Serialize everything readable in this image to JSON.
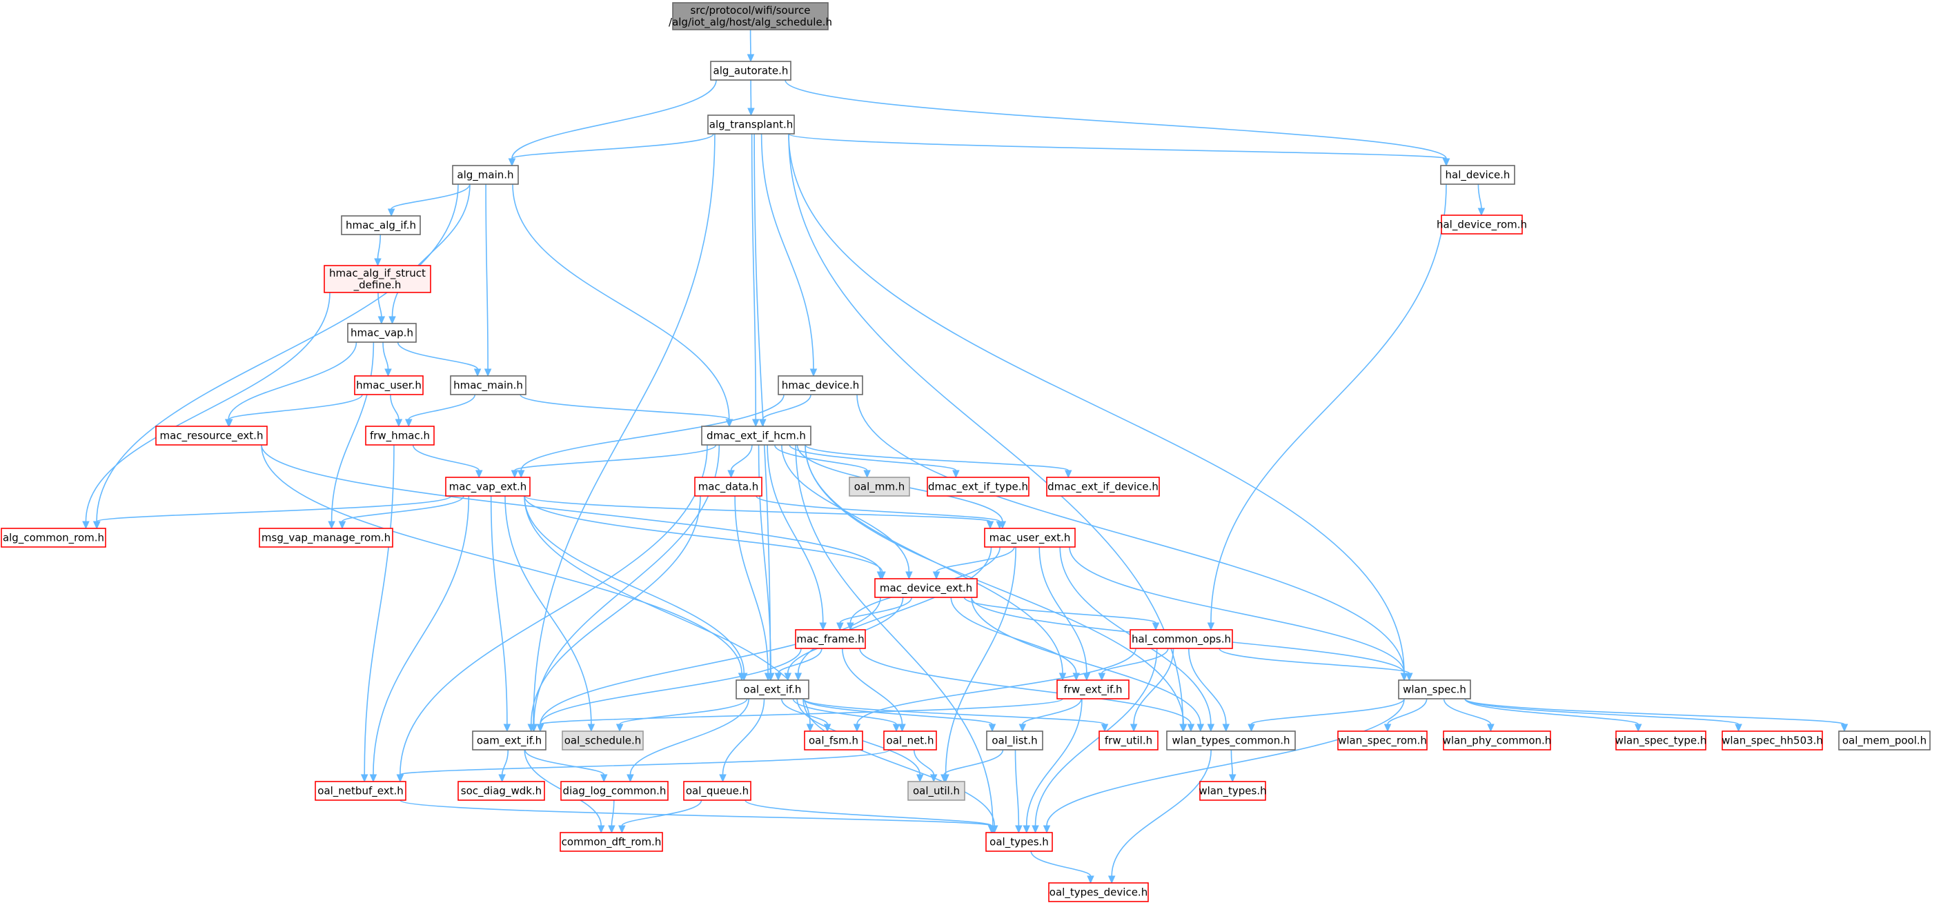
{
  "colors": {
    "edge": "#63b8ff",
    "normal_fill": "#ffffff",
    "normal_border": "#666666",
    "normal_text": "#000000",
    "red_fill": "#ffffff",
    "red_fill_light": "#fff0f0",
    "red_border": "#ff0000",
    "red_text": "#000000",
    "gray_fill": "#e0e0e0",
    "gray_border": "#999999",
    "root_fill": "#999999",
    "root_border": "#666666"
  },
  "nodes": [
    {
      "id": "root",
      "lines": [
        "src/protocol/wifi/source",
        "/alg/iot_alg/host/alg_schedule.h"
      ],
      "style": "root"
    },
    {
      "id": "alg_autorate",
      "lines": [
        "alg_autorate.h"
      ],
      "style": "normal"
    },
    {
      "id": "alg_transplant",
      "lines": [
        "alg_transplant.h"
      ],
      "style": "normal"
    },
    {
      "id": "alg_main",
      "lines": [
        "alg_main.h"
      ],
      "style": "normal"
    },
    {
      "id": "hal_device",
      "lines": [
        "hal_device.h"
      ],
      "style": "normal"
    },
    {
      "id": "hal_device_rom",
      "lines": [
        "hal_device_rom.h"
      ],
      "style": "red"
    },
    {
      "id": "hmac_alg_if",
      "lines": [
        "hmac_alg_if.h"
      ],
      "style": "normal"
    },
    {
      "id": "hmac_alg_if_struct",
      "lines": [
        "hmac_alg_if_struct",
        "_define.h"
      ],
      "style": "redlight"
    },
    {
      "id": "hmac_vap",
      "lines": [
        "hmac_vap.h"
      ],
      "style": "normal"
    },
    {
      "id": "hmac_user",
      "lines": [
        "hmac_user.h"
      ],
      "style": "red"
    },
    {
      "id": "hmac_main",
      "lines": [
        "hmac_main.h"
      ],
      "style": "normal"
    },
    {
      "id": "hmac_device",
      "lines": [
        "hmac_device.h"
      ],
      "style": "normal"
    },
    {
      "id": "mac_resource_ext",
      "lines": [
        "mac_resource_ext.h"
      ],
      "style": "red"
    },
    {
      "id": "frw_hmac",
      "lines": [
        "frw_hmac.h"
      ],
      "style": "red"
    },
    {
      "id": "dmac_ext_if_hcm",
      "lines": [
        "dmac_ext_if_hcm.h"
      ],
      "style": "normal"
    },
    {
      "id": "mac_vap_ext",
      "lines": [
        "mac_vap_ext.h"
      ],
      "style": "red"
    },
    {
      "id": "mac_data",
      "lines": [
        "mac_data.h"
      ],
      "style": "red"
    },
    {
      "id": "oal_mm",
      "lines": [
        "oal_mm.h"
      ],
      "style": "gray"
    },
    {
      "id": "dmac_ext_if_type",
      "lines": [
        "dmac_ext_if_type.h"
      ],
      "style": "red"
    },
    {
      "id": "dmac_ext_if_device",
      "lines": [
        "dmac_ext_if_device.h"
      ],
      "style": "red"
    },
    {
      "id": "alg_common_rom",
      "lines": [
        "alg_common_rom.h"
      ],
      "style": "red"
    },
    {
      "id": "msg_vap_manage_rom",
      "lines": [
        "msg_vap_manage_rom.h"
      ],
      "style": "red"
    },
    {
      "id": "mac_user_ext",
      "lines": [
        "mac_user_ext.h"
      ],
      "style": "red"
    },
    {
      "id": "mac_device_ext",
      "lines": [
        "mac_device_ext.h"
      ],
      "style": "red"
    },
    {
      "id": "mac_frame",
      "lines": [
        "mac_frame.h"
      ],
      "style": "red"
    },
    {
      "id": "hal_common_ops",
      "lines": [
        "hal_common_ops.h"
      ],
      "style": "red"
    },
    {
      "id": "oal_ext_if",
      "lines": [
        "oal_ext_if.h"
      ],
      "style": "normal"
    },
    {
      "id": "frw_ext_if",
      "lines": [
        "frw_ext_if.h"
      ],
      "style": "red"
    },
    {
      "id": "wlan_spec",
      "lines": [
        "wlan_spec.h"
      ],
      "style": "normal"
    },
    {
      "id": "oam_ext_if",
      "lines": [
        "oam_ext_if.h"
      ],
      "style": "normal"
    },
    {
      "id": "oal_schedule",
      "lines": [
        "oal_schedule.h"
      ],
      "style": "gray"
    },
    {
      "id": "oal_fsm",
      "lines": [
        "oal_fsm.h"
      ],
      "style": "red"
    },
    {
      "id": "oal_net",
      "lines": [
        "oal_net.h"
      ],
      "style": "red"
    },
    {
      "id": "oal_list",
      "lines": [
        "oal_list.h"
      ],
      "style": "normal"
    },
    {
      "id": "frw_util",
      "lines": [
        "frw_util.h"
      ],
      "style": "red"
    },
    {
      "id": "wlan_types_common",
      "lines": [
        "wlan_types_common.h"
      ],
      "style": "normal"
    },
    {
      "id": "wlan_spec_rom",
      "lines": [
        "wlan_spec_rom.h"
      ],
      "style": "red"
    },
    {
      "id": "wlan_phy_common",
      "lines": [
        "wlan_phy_common.h"
      ],
      "style": "red"
    },
    {
      "id": "wlan_spec_type",
      "lines": [
        "wlan_spec_type.h"
      ],
      "style": "red"
    },
    {
      "id": "wlan_spec_hh503",
      "lines": [
        "wlan_spec_hh503.h"
      ],
      "style": "red"
    },
    {
      "id": "oal_mem_pool",
      "lines": [
        "oal_mem_pool.h"
      ],
      "style": "normal"
    },
    {
      "id": "oal_netbuf_ext",
      "lines": [
        "oal_netbuf_ext.h"
      ],
      "style": "red"
    },
    {
      "id": "soc_diag_wdk",
      "lines": [
        "soc_diag_wdk.h"
      ],
      "style": "red"
    },
    {
      "id": "diag_log_common",
      "lines": [
        "diag_log_common.h"
      ],
      "style": "red"
    },
    {
      "id": "oal_queue",
      "lines": [
        "oal_queue.h"
      ],
      "style": "red"
    },
    {
      "id": "oal_util",
      "lines": [
        "oal_util.h"
      ],
      "style": "gray"
    },
    {
      "id": "wlan_types",
      "lines": [
        "wlan_types.h"
      ],
      "style": "red"
    },
    {
      "id": "common_dft_rom",
      "lines": [
        "common_dft_rom.h"
      ],
      "style": "red"
    },
    {
      "id": "oal_types",
      "lines": [
        "oal_types.h"
      ],
      "style": "red"
    },
    {
      "id": "oal_types_device",
      "lines": [
        "oal_types_device.h"
      ],
      "style": "red"
    }
  ],
  "edges": [
    [
      "root",
      "alg_autorate"
    ],
    [
      "alg_autorate",
      "alg_transplant"
    ],
    [
      "alg_autorate",
      "alg_main"
    ],
    [
      "alg_autorate",
      "hal_device"
    ],
    [
      "alg_transplant",
      "alg_main"
    ],
    [
      "alg_transplant",
      "hal_device"
    ],
    [
      "alg_transplant",
      "hmac_device"
    ],
    [
      "alg_transplant",
      "dmac_ext_if_hcm"
    ],
    [
      "alg_transplant",
      "oam_ext_if"
    ],
    [
      "alg_transplant",
      "oal_ext_if"
    ],
    [
      "alg_transplant",
      "wlan_spec"
    ],
    [
      "alg_transplant",
      "wlan_types_common"
    ],
    [
      "alg_main",
      "hmac_alg_if"
    ],
    [
      "alg_main",
      "hmac_vap"
    ],
    [
      "alg_main",
      "hmac_main"
    ],
    [
      "alg_main",
      "dmac_ext_if_hcm"
    ],
    [
      "alg_main",
      "alg_common_rom"
    ],
    [
      "hal_device",
      "hal_device_rom"
    ],
    [
      "hal_device",
      "hal_common_ops"
    ],
    [
      "hmac_alg_if",
      "hmac_alg_if_struct"
    ],
    [
      "hmac_alg_if_struct",
      "hmac_vap"
    ],
    [
      "hmac_alg_if_struct",
      "alg_common_rom"
    ],
    [
      "hmac_vap",
      "hmac_user"
    ],
    [
      "hmac_vap",
      "hmac_main"
    ],
    [
      "hmac_vap",
      "mac_resource_ext"
    ],
    [
      "hmac_vap",
      "msg_vap_manage_rom"
    ],
    [
      "hmac_user",
      "frw_hmac"
    ],
    [
      "hmac_user",
      "mac_resource_ext"
    ],
    [
      "hmac_main",
      "frw_hmac"
    ],
    [
      "hmac_main",
      "dmac_ext_if_hcm"
    ],
    [
      "hmac_device",
      "dmac_ext_if_hcm"
    ],
    [
      "hmac_device",
      "mac_vap_ext"
    ],
    [
      "hmac_device",
      "wlan_spec"
    ],
    [
      "mac_resource_ext",
      "mac_device_ext"
    ],
    [
      "mac_resource_ext",
      "oal_ext_if"
    ],
    [
      "frw_hmac",
      "mac_vap_ext"
    ],
    [
      "frw_hmac",
      "oal_netbuf_ext"
    ],
    [
      "dmac_ext_if_hcm",
      "mac_vap_ext"
    ],
    [
      "dmac_ext_if_hcm",
      "mac_data"
    ],
    [
      "dmac_ext_if_hcm",
      "oal_mm"
    ],
    [
      "dmac_ext_if_hcm",
      "dmac_ext_if_type"
    ],
    [
      "dmac_ext_if_hcm",
      "dmac_ext_if_device"
    ],
    [
      "dmac_ext_if_hcm",
      "mac_user_ext"
    ],
    [
      "dmac_ext_if_hcm",
      "mac_device_ext"
    ],
    [
      "dmac_ext_if_hcm",
      "mac_frame"
    ],
    [
      "dmac_ext_if_hcm",
      "oal_ext_if"
    ],
    [
      "dmac_ext_if_hcm",
      "frw_ext_if"
    ],
    [
      "dmac_ext_if_hcm",
      "oam_ext_if"
    ],
    [
      "dmac_ext_if_hcm",
      "oal_netbuf_ext"
    ],
    [
      "dmac_ext_if_hcm",
      "wlan_types_common"
    ],
    [
      "dmac_ext_if_hcm",
      "oal_types"
    ],
    [
      "mac_vap_ext",
      "alg_common_rom"
    ],
    [
      "mac_vap_ext",
      "msg_vap_manage_rom"
    ],
    [
      "mac_vap_ext",
      "mac_user_ext"
    ],
    [
      "mac_vap_ext",
      "mac_device_ext"
    ],
    [
      "mac_vap_ext",
      "oam_ext_if"
    ],
    [
      "mac_vap_ext",
      "oal_schedule"
    ],
    [
      "mac_vap_ext",
      "oal_fsm"
    ],
    [
      "mac_vap_ext",
      "oal_netbuf_ext"
    ],
    [
      "mac_vap_ext",
      "oal_ext_if"
    ],
    [
      "mac_data",
      "mac_user_ext"
    ],
    [
      "mac_data",
      "oal_ext_if"
    ],
    [
      "mac_data",
      "oam_ext_if"
    ],
    [
      "mac_user_ext",
      "mac_device_ext"
    ],
    [
      "mac_user_ext",
      "mac_frame"
    ],
    [
      "mac_user_ext",
      "oal_ext_if"
    ],
    [
      "mac_user_ext",
      "frw_ext_if"
    ],
    [
      "mac_user_ext",
      "wlan_spec"
    ],
    [
      "mac_user_ext",
      "wlan_types_common"
    ],
    [
      "mac_user_ext",
      "oal_util"
    ],
    [
      "mac_device_ext",
      "mac_frame"
    ],
    [
      "mac_device_ext",
      "hal_common_ops"
    ],
    [
      "mac_device_ext",
      "oal_ext_if"
    ],
    [
      "mac_device_ext",
      "frw_ext_if"
    ],
    [
      "mac_device_ext",
      "wlan_spec"
    ],
    [
      "mac_device_ext",
      "wlan_types_common"
    ],
    [
      "mac_device_ext",
      "oam_ext_if"
    ],
    [
      "mac_frame",
      "oal_ext_if"
    ],
    [
      "mac_frame",
      "oam_ext_if"
    ],
    [
      "mac_frame",
      "oal_net"
    ],
    [
      "mac_frame",
      "wlan_types_common"
    ],
    [
      "hal_common_ops",
      "frw_ext_if"
    ],
    [
      "hal_common_ops",
      "wlan_spec"
    ],
    [
      "hal_common_ops",
      "wlan_types_common"
    ],
    [
      "hal_common_ops",
      "oal_fsm"
    ],
    [
      "hal_common_ops",
      "frw_util"
    ],
    [
      "hal_common_ops",
      "oal_types"
    ],
    [
      "oal_ext_if",
      "oal_schedule"
    ],
    [
      "oal_ext_if",
      "oal_fsm"
    ],
    [
      "oal_ext_if",
      "oal_net"
    ],
    [
      "oal_ext_if",
      "oal_list"
    ],
    [
      "oal_ext_if",
      "frw_util"
    ],
    [
      "oal_ext_if",
      "diag_log_common"
    ],
    [
      "oal_ext_if",
      "oal_queue"
    ],
    [
      "oal_ext_if",
      "oal_util"
    ],
    [
      "oal_ext_if",
      "oal_types"
    ],
    [
      "frw_ext_if",
      "oal_list"
    ],
    [
      "frw_ext_if",
      "oam_ext_if"
    ],
    [
      "frw_ext_if",
      "oal_types"
    ],
    [
      "wlan_spec",
      "wlan_types_common"
    ],
    [
      "wlan_spec",
      "wlan_spec_rom"
    ],
    [
      "wlan_spec",
      "wlan_phy_common"
    ],
    [
      "wlan_spec",
      "wlan_spec_type"
    ],
    [
      "wlan_spec",
      "wlan_spec_hh503"
    ],
    [
      "wlan_spec",
      "oal_mem_pool"
    ],
    [
      "wlan_spec",
      "oal_types"
    ],
    [
      "oam_ext_if",
      "soc_diag_wdk"
    ],
    [
      "oam_ext_if",
      "diag_log_common"
    ],
    [
      "oam_ext_if",
      "common_dft_rom"
    ],
    [
      "oal_net",
      "oal_util"
    ],
    [
      "oal_net",
      "oal_netbuf_ext"
    ],
    [
      "oal_list",
      "oal_util"
    ],
    [
      "oal_list",
      "oal_types"
    ],
    [
      "wlan_types_common",
      "wlan_types"
    ],
    [
      "wlan_types_common",
      "oal_types_device"
    ],
    [
      "oal_netbuf_ext",
      "oal_types"
    ],
    [
      "diag_log_common",
      "common_dft_rom"
    ],
    [
      "oal_queue",
      "common_dft_rom"
    ],
    [
      "oal_queue",
      "oal_types"
    ],
    [
      "oal_types",
      "oal_types_device"
    ]
  ]
}
